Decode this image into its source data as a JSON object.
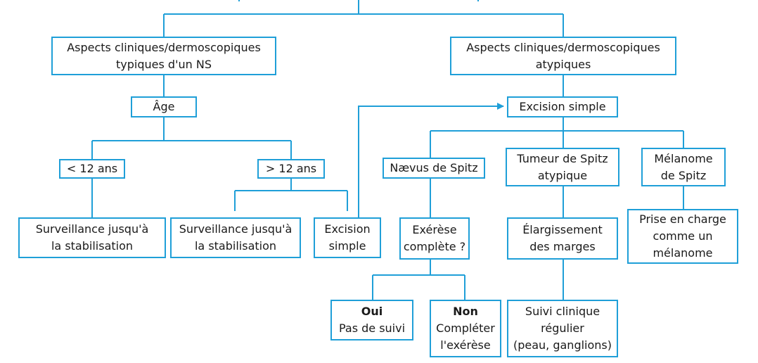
{
  "diagram": {
    "line_color": "#1f9fd8",
    "nodes": {
      "typical": {
        "lines": [
          "Aspects cliniques/dermoscopiques",
          "typiques d'un NS"
        ]
      },
      "atypical": {
        "lines": [
          "Aspects cliniques/dermoscopiques",
          "atypiques"
        ]
      },
      "age": {
        "lines": [
          "Âge"
        ]
      },
      "under12": {
        "lines": [
          "< 12 ans"
        ]
      },
      "over12": {
        "lines": [
          "> 12 ans"
        ]
      },
      "surv_left": {
        "lines": [
          "Surveillance jusqu'à",
          "la stabilisation"
        ]
      },
      "surv_mid": {
        "lines": [
          "Surveillance jusqu'à",
          "la stabilisation"
        ]
      },
      "excision_small": {
        "lines": [
          "Excision",
          "simple"
        ]
      },
      "excision_main": {
        "lines": [
          "Excision simple"
        ]
      },
      "naevus_spitz": {
        "lines": [
          "Nævus de Spitz"
        ]
      },
      "tumeur_spitz": {
        "lines": [
          "Tumeur de Spitz",
          "atypique"
        ]
      },
      "melanome_spitz": {
        "lines": [
          "Mélanome",
          "de Spitz"
        ]
      },
      "exerese": {
        "lines": [
          "Exérèse",
          "complète ?"
        ]
      },
      "elargissement": {
        "lines": [
          "Élargissement",
          "des marges"
        ]
      },
      "prise_en_charge": {
        "lines": [
          "Prise en charge",
          "comme un",
          "mélanome"
        ]
      },
      "oui": {
        "lines": [
          "Oui",
          "Pas de suivi"
        ]
      },
      "non": {
        "lines": [
          "Non",
          "Compléter",
          "l'exérèse"
        ]
      },
      "suivi": {
        "lines": [
          "Suivi clinique",
          "régulier",
          "(peau, ganglions)"
        ]
      }
    }
  }
}
